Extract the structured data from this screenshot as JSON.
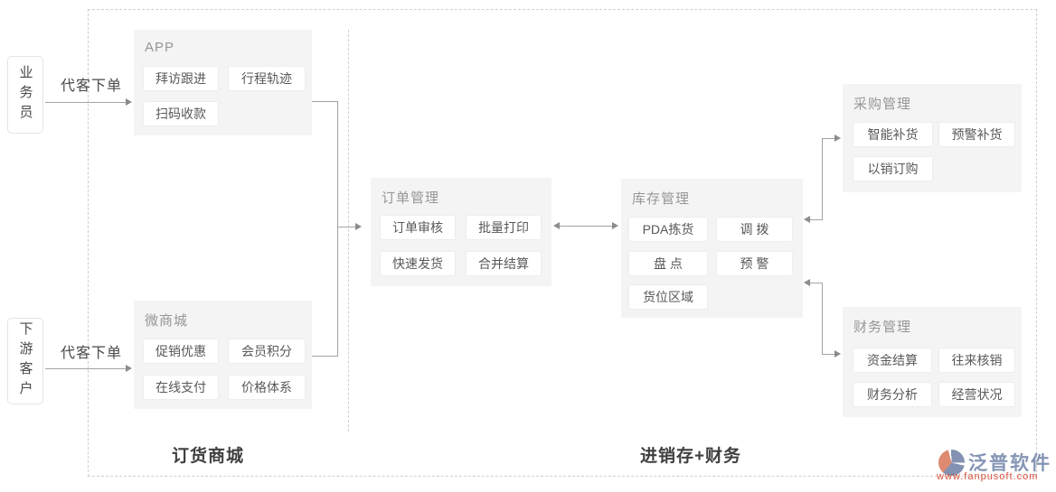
{
  "actors": [
    {
      "label": "业务员",
      "arrow_label": "代客下单"
    },
    {
      "label": "下游客户",
      "arrow_label": "代客下单"
    }
  ],
  "panels": {
    "app": {
      "title": "APP",
      "buttons": [
        "拜访跟进",
        "行程轨迹",
        "扫码收款"
      ]
    },
    "mall": {
      "title": "微商城",
      "buttons": [
        "促销优惠",
        "会员积分",
        "在线支付",
        "价格体系"
      ]
    },
    "order": {
      "title": "订单管理",
      "buttons": [
        "订单审核",
        "批量打印",
        "快速发货",
        "合并结算"
      ]
    },
    "inventory": {
      "title": "库存管理",
      "buttons": [
        "PDA拣货",
        "调 拨",
        "盘 点",
        "预 警",
        "货位区域"
      ]
    },
    "purchase": {
      "title": "采购管理",
      "buttons": [
        "智能补货",
        "预警补货",
        "以销订购"
      ]
    },
    "finance": {
      "title": "财务管理",
      "buttons": [
        "资金结算",
        "往来核销",
        "财务分析",
        "经营状况"
      ]
    }
  },
  "sections": {
    "left_label": "订货商城",
    "right_label": "进销存+财务"
  },
  "logo": {
    "name": "泛普软件",
    "url": "www.fanpusoft.com",
    "icon": "pie-circle-icon"
  },
  "colors": {
    "panel_bg": "#f4f4f5",
    "button_bg": "#ffffff",
    "button_text": "#595959",
    "panel_title": "#969696",
    "line": "#a3a3a3",
    "dashed_border": "#cfcfcf",
    "section_label": "#3f3f3f",
    "logo_blue": "#8695b5",
    "logo_red": "#d8503c"
  }
}
